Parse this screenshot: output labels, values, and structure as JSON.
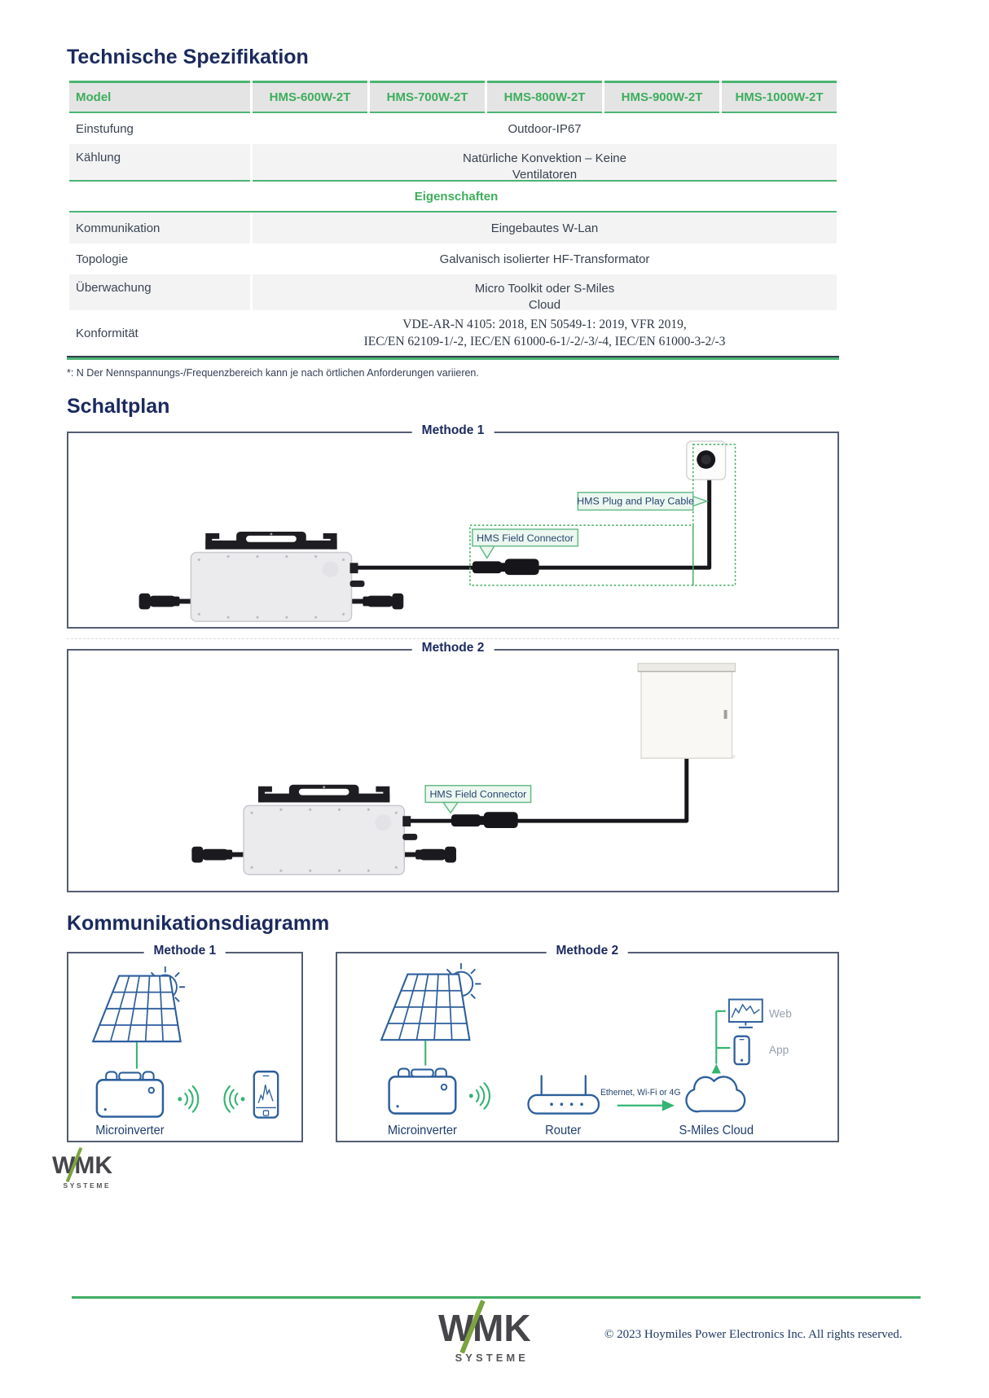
{
  "page": {
    "title": "Technische Spezifikation",
    "footnote": "*: N Der Nennspannungs-/Frequenzbereich kann je nach örtlichen Anforderungen variieren.",
    "copyright": "© 2023 Hoymiles Power Electronics Inc. All rights reserved."
  },
  "spec_table": {
    "header": [
      "Model",
      "HMS-600W-2T",
      "HMS-700W-2T",
      "HMS-800W-2T",
      "HMS-900W-2T",
      "HMS-1000W-2T"
    ],
    "rows": {
      "einstufung": {
        "label": "Einstufung",
        "value": "Outdoor-IP67"
      },
      "kaehlung": {
        "label": "Kählung",
        "value_line1": "Natürliche Konvektion – Keine",
        "value_line2": "Ventilatoren"
      },
      "section": "Eigenschaften",
      "kommunikation": {
        "label": "Kommunikation",
        "value": "Eingebautes W-Lan"
      },
      "topologie": {
        "label": "Topologie",
        "value": "Galvanisch isolierter HF-Transformator"
      },
      "ueberwachung": {
        "label": "Überwachung",
        "value_line1": "Micro Toolkit oder S-Miles",
        "value_line2": "Cloud"
      },
      "konformitaet": {
        "label": "Konformität",
        "value_line1": "VDE-AR-N 4105: 2018, EN 50549-1: 2019, VFR 2019,",
        "value_line2": "IEC/EN 62109-1/-2, IEC/EN 61000-6-1/-2/-3/-4, IEC/EN 61000-3-2/-3"
      }
    }
  },
  "schaltplan": {
    "heading": "Schaltplan",
    "methode1_title": "Methode 1",
    "methode2_title": "Methode 2",
    "plug_play_cable_label": "HMS Plug and Play Cable",
    "field_connector_label_1": "HMS Field Connector",
    "field_connector_label_2": "HMS Field Connector"
  },
  "kommunikation": {
    "heading": "Kommunikationsdiagramm",
    "methode1_title": "Methode 1",
    "methode2_title": "Methode 2",
    "microinverter_label_1": "Microinverter",
    "microinverter_label_2": "Microinverter",
    "router_label": "Router",
    "cloud_label": "S-Miles Cloud",
    "link_label": "Ethernet, Wi-Fi or 4G",
    "web_label": "Web",
    "app_label": "App"
  },
  "logo": {
    "wordmark_w": "W",
    "wordmark_mk": "MK",
    "subtitle": "SYSTEME"
  },
  "colors": {
    "accent_green": "#4cb473",
    "green_text": "#3dae5c",
    "heading_navy": "#1b2a5e",
    "diagram_blue": "#2d5f9c",
    "logo_green": "#7da33e"
  }
}
